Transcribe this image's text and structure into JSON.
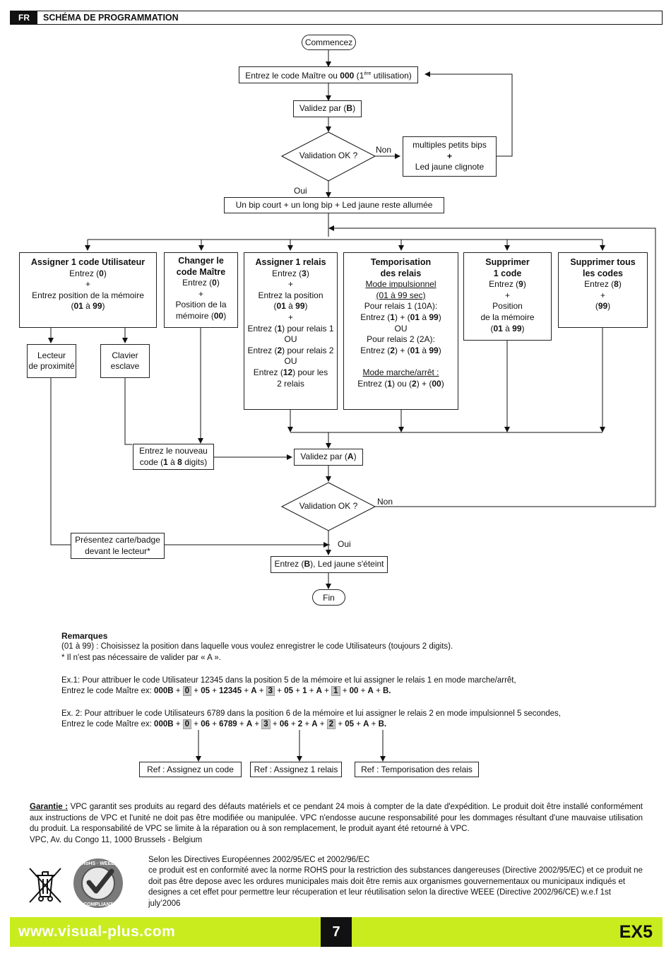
{
  "header": {
    "lang": "FR",
    "title": "SCHÉMA DE PROGRAMMATION"
  },
  "flow": {
    "start": "Commencez",
    "enter_code_pre": "Entrez le code Maître ou ",
    "enter_code_bold": "000",
    "enter_code_open": " (1",
    "enter_code_sup": "ère",
    "enter_code_post": " utilisation)",
    "validate_b_pre": "Validez par (",
    "validate_b_key": "B",
    "validate_b_post": ")",
    "validation_ok": "Validation OK ?",
    "non": "Non",
    "oui": "Oui",
    "error_line1": "multiples petits bips",
    "error_plus": "+",
    "error_line2": "Led jaune clignote",
    "confirm": "Un bip court + un long bip + Led jaune reste allumée",
    "validate_a_pre": "Validez par (",
    "validate_a_key": "A",
    "validate_a_post": ")",
    "validation_ok2": "Validation OK ?",
    "non2": "Non",
    "oui2": "Oui",
    "final_pre": "Entrez (",
    "final_key": "B",
    "final_post": "), Led jaune s'éteint",
    "end": "Fin",
    "new_code_line1": "Entrez le nouveau",
    "new_code_pre": "code (",
    "new_code_b1": "1",
    "new_code_mid": " à ",
    "new_code_b2": "8",
    "new_code_post": " digits)",
    "present_line1": "Présentez carte/badge",
    "present_line2": "devant le lecteur*",
    "reader_line1": "Lecteur",
    "reader_line2": "de proximité",
    "keypad_line1": "Clavier",
    "keypad_line2": "esclave"
  },
  "columns": {
    "user": {
      "title": "Assigner 1 code Utilisateur",
      "l1a": "Entrez (",
      "l1b": "0",
      "l1c": ")",
      "plus": "+",
      "l2": "Entrez position de la mémoire",
      "l3a": "(",
      "l3b": "01",
      "l3c": " à ",
      "l3d": "99",
      "l3e": ")"
    },
    "master": {
      "title1": "Changer le",
      "title2": "code Maître",
      "l1a": "Entrez (",
      "l1b": "0",
      "l1c": ")",
      "plus": "+",
      "l2": "Position de la",
      "l3a": "mémoire (",
      "l3b": "00",
      "l3c": ")"
    },
    "relay": {
      "title": "Assigner 1 relais",
      "l1a": "Entrez (",
      "l1b": "3",
      "l1c": ")",
      "plus1": "+",
      "l2": "Entrez la position",
      "l3a": "(",
      "l3b": "01",
      "l3c": " à ",
      "l3d": "99",
      "l3e": ")",
      "plus2": "+",
      "l4a": "Entrez (",
      "l4b": "1",
      "l4c": ") pour relais 1",
      "ou1": "OU",
      "l5a": "Entrez (",
      "l5b": "2",
      "l5c": ") pour relais 2",
      "ou2": "OU",
      "l6a": "Entrez (",
      "l6b": "12",
      "l6c": ") pour les",
      "l7": "2 relais"
    },
    "timing": {
      "title1": "Temporisation",
      "title2": "des relais",
      "mode1": "Mode impulsionnel",
      "range": "(01 à 99 sec)",
      "r1": "Pour relais 1 (10A):",
      "r1a": "Entrez (",
      "r1b": "1",
      "r1c": ") + (",
      "r1d": "01",
      "r1e": " à ",
      "r1f": "99",
      "r1g": ")",
      "ou": "OU",
      "r2": "Pour relais 2 (2A):",
      "r2a": "Entrez (",
      "r2b": "2",
      "r2c": ") + (",
      "r2d": "01",
      "r2e": " à ",
      "r2f": "99",
      "r2g": ")",
      "mode2": "Mode marche/arrêt :",
      "m2a": "Entrez (",
      "m2b": "1",
      "m2c": ") ou (",
      "m2d": "2",
      "m2e": ") + (",
      "m2f": "00",
      "m2g": ")"
    },
    "delete_one": {
      "title1": "Supprimer",
      "title2": "1 code",
      "l1a": "Entrez (",
      "l1b": "9",
      "l1c": ")",
      "plus": "+",
      "l2": "Position",
      "l3": "de la mémoire",
      "l4a": "(",
      "l4b": "01",
      "l4c": " à ",
      "l4d": "99",
      "l4e": ")"
    },
    "delete_all": {
      "title1": "Supprimer tous",
      "title2": "les codes",
      "l1a": "Entrez (",
      "l1b": "8",
      "l1c": ")",
      "plus": "+",
      "l2a": "(",
      "l2b": "99",
      "l2c": ")"
    }
  },
  "remarks": {
    "title": "Remarques",
    "r1": "(01 à 99) : Choisissez la position dans laquelle vous voulez enregistrer le code Utilisateurs (toujours 2 digits).",
    "r2": "* Il n'est pas nécessaire de valider par « A ».",
    "ex1_text": "Ex.1: Pour attribuer le code Utilisateur 12345 dans la position 5 de la mémoire et lui assigner le relais 1 en mode marche/arrêt,",
    "ex1_prefix": "Entrez le code Maître ex: ",
    "ex1_t1": "000B",
    "ex1_t2": "0",
    "ex1_t3": "05",
    "ex1_t4": "12345",
    "ex1_t5": "A",
    "ex1_t6": "3",
    "ex1_t7": "05",
    "ex1_t8": "1",
    "ex1_t9": "A",
    "ex1_t10": "1",
    "ex1_t11": "00",
    "ex1_t12": "A",
    "ex1_t13": "B.",
    "ex2_text": "Ex. 2: Pour attribuer le code Utilisateurs 6789 dans la position 6 de la mémoire et lui assigner le relais 2 en mode impulsionnel 5 secondes,",
    "ex2_prefix": "Entrez le code Maître ex: ",
    "ex2_t1": "000B",
    "ex2_t2": "0",
    "ex2_t3": "06",
    "ex2_t4": "6789",
    "ex2_t5": "A",
    "ex2_t6": "3",
    "ex2_t7": "06",
    "ex2_t8": "2",
    "ex2_t9": "A",
    "ex2_t10": "2",
    "ex2_t11": "05",
    "ex2_t12": "A",
    "ex2_t13": "B.",
    "plus": "+",
    "ref1": "Ref : Assignez un  code",
    "ref2": "Ref : Assignez 1 relais",
    "ref3": "Ref :   Temporisation des relais"
  },
  "guarantee": {
    "label": "Garantie :",
    "text": " VPC garantit ses produits au regard des défauts matériels et ce pendant 24 mois à compter de la date d'expédition. Le produit doit être installé conformément aux instructions de VPC et l'unité ne doit pas être modifiée ou manipulée. VPC n'endosse aucune responsabilité pour les dommages résultant d'une mauvaise utilisation du produit. La responsabilité de VPC se limite à la réparation ou à son remplacement, le produit ayant été retourné à  VPC.",
    "address": "VPC, Av. du Congo 11, 1000 Brussels - Belgium"
  },
  "compliance": {
    "line1": "Selon les Directives Européennes 2002/95/EC et 2002/96/EC",
    "text": "ce produit est en conformité avec la norme ROHS pour la restriction des substances dangereuses (Directive 2002/95/EC) et ce produit ne doit pas être depose avec les ordures municipales mais doit être remis aux organismes gouvernementaux ou municipaux indiqués et designes a cet effet pour permettre leur récuperation et leur réutilisation selon la directive WEEE (Directive 2002/96/CE) w.e.f 1st july’2006",
    "badge_top": "RoHS · WEEE",
    "badge_bottom": "COMPLIANT"
  },
  "footer": {
    "url": "www.visual-plus.com",
    "page": "7",
    "model": "EX5",
    "color": "#c8ec1e"
  }
}
